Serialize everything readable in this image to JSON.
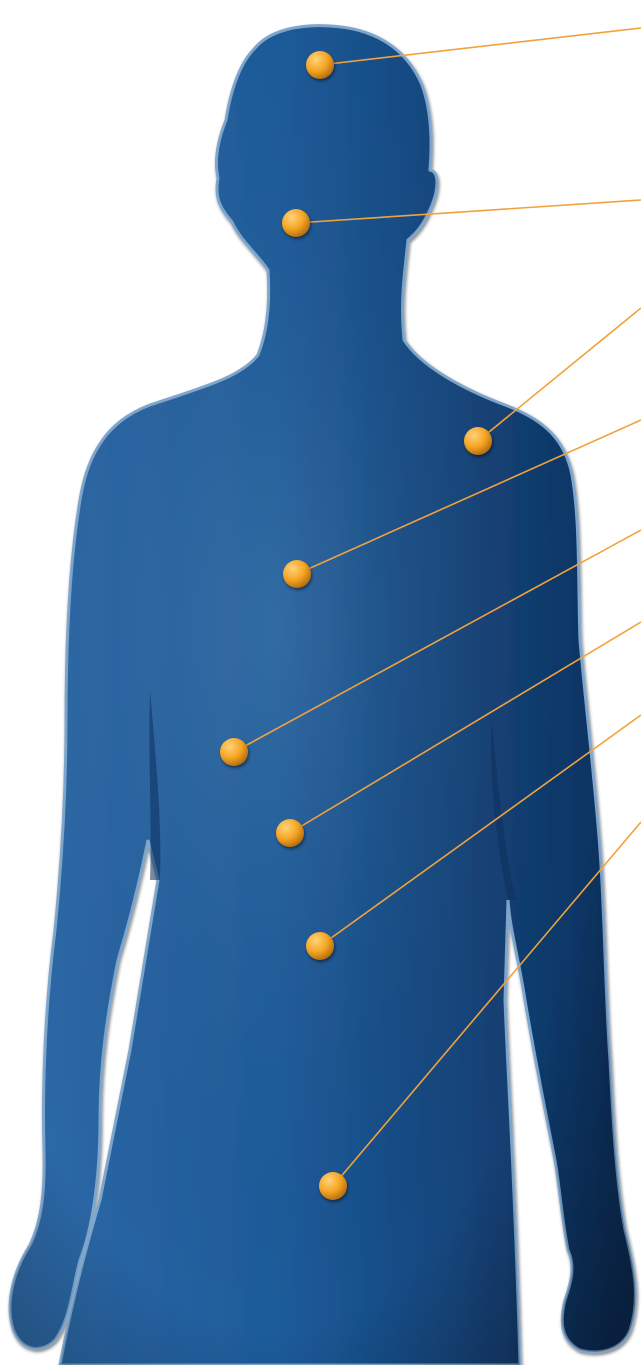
{
  "diagram": {
    "colors": {
      "body_light": "#2f6aa8",
      "body_mid": "#1c5a99",
      "body_dark": "#0c2f5c",
      "outline": "#7fa6cc",
      "callout_line": "#f2a23c",
      "marker_light": "#ffd27a",
      "marker_mid": "#f5a623",
      "marker_dark": "#b06a10",
      "background": "#ffffff"
    },
    "markers": [
      {
        "id": "head"
      },
      {
        "id": "neck"
      },
      {
        "id": "shoulder"
      },
      {
        "id": "chest"
      },
      {
        "id": "upper-abdomen"
      },
      {
        "id": "mid-abdomen"
      },
      {
        "id": "lower-abdomen"
      },
      {
        "id": "pelvis"
      }
    ]
  }
}
